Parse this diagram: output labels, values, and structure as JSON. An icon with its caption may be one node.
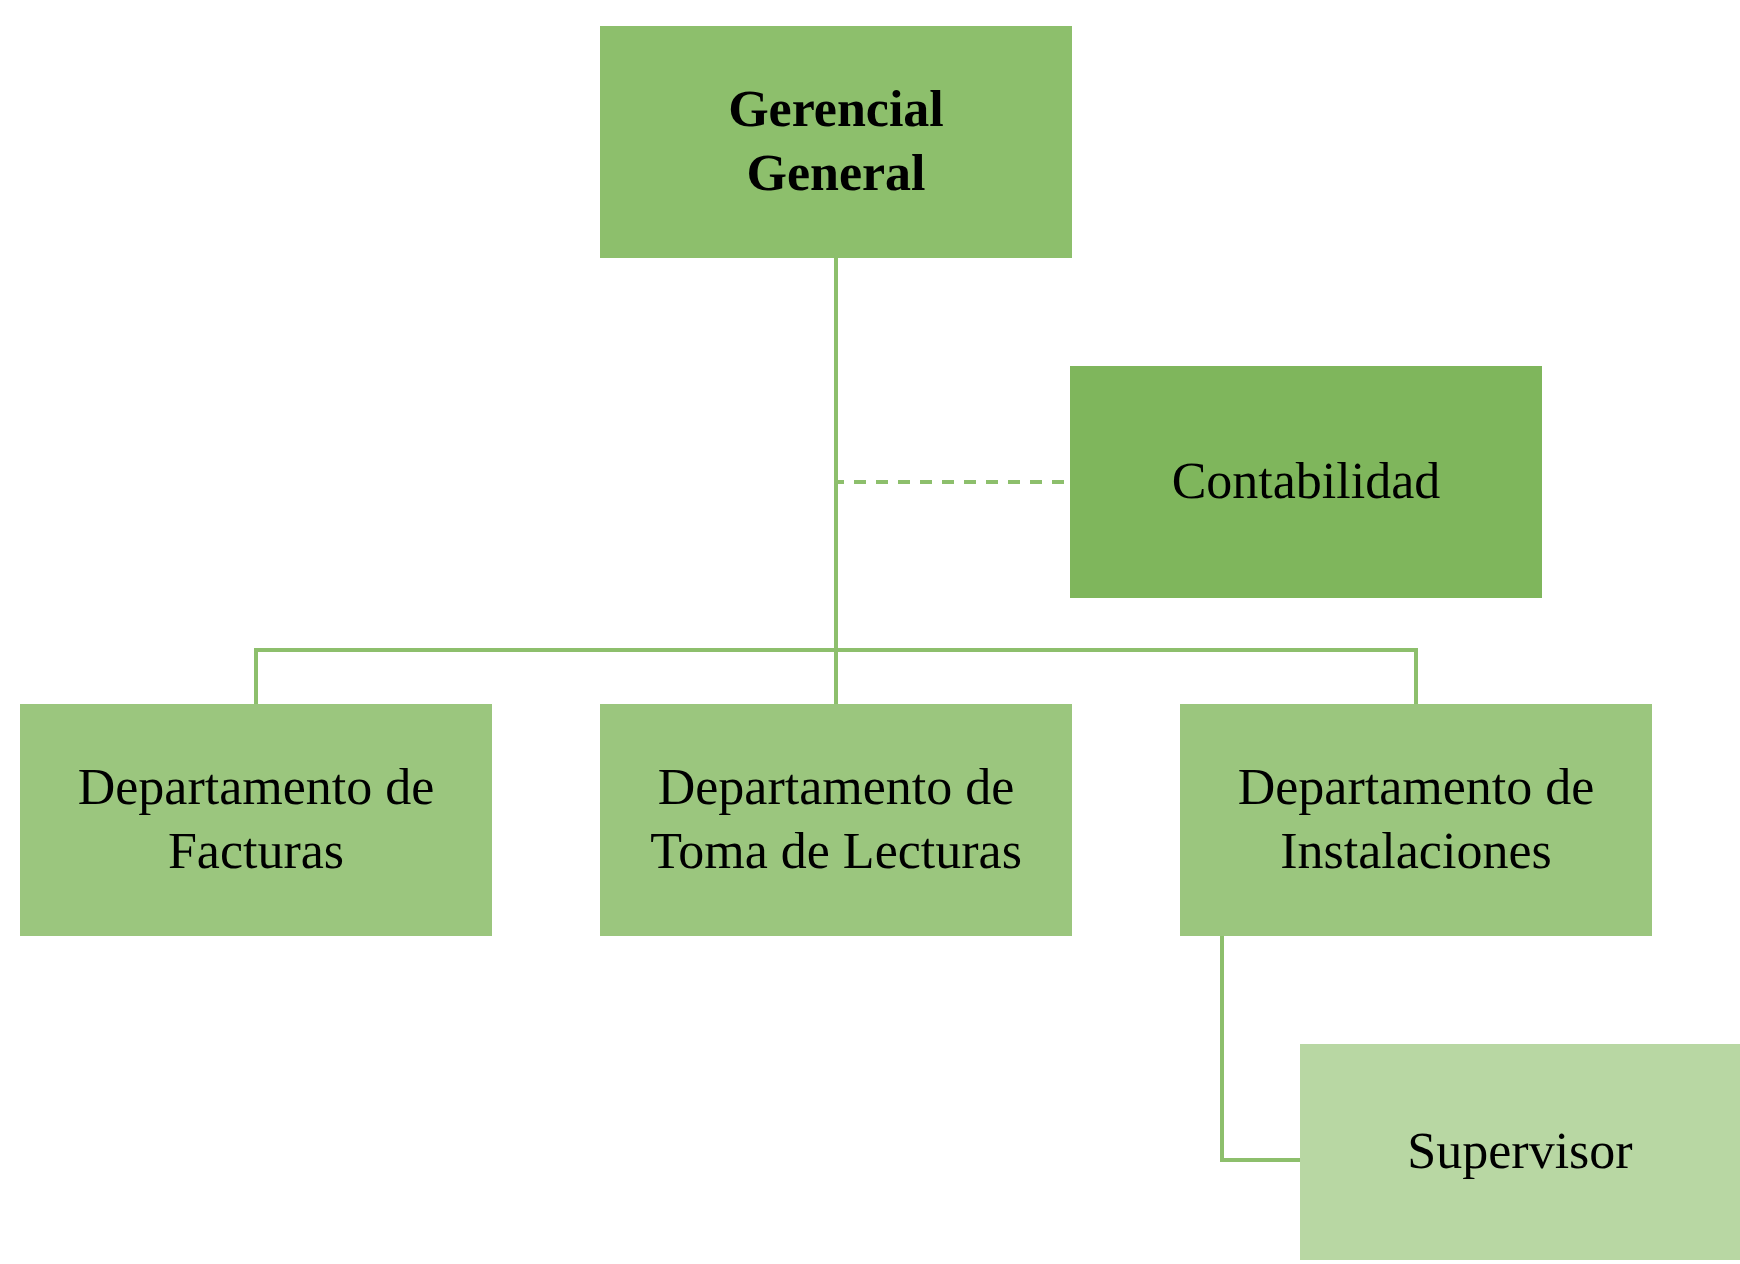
{
  "diagram": {
    "nodes": [
      {
        "text": [
          "Gerencial General"
        ]
      },
      {
        "text": [
          "Contabilidad"
        ]
      },
      {
        "text": [
          "Departamento de Facturas"
        ]
      },
      {
        "text": [
          "Departamento de Toma de Lecturas"
        ]
      },
      {
        "text": [
          "Departamento de Instalaciones"
        ]
      },
      {
        "text": [
          "Supervisor"
        ]
      }
    ],
    "edges": [
      {
        "from": 0,
        "to": 1,
        "arrow": "none",
        "style": "dashed"
      },
      {
        "from": 0,
        "to": 2,
        "arrow": "none"
      },
      {
        "from": 0,
        "to": 3,
        "arrow": "none"
      },
      {
        "from": 0,
        "to": 4,
        "arrow": "none"
      },
      {
        "from": 4,
        "to": 5,
        "arrow": "none"
      }
    ]
  }
}
